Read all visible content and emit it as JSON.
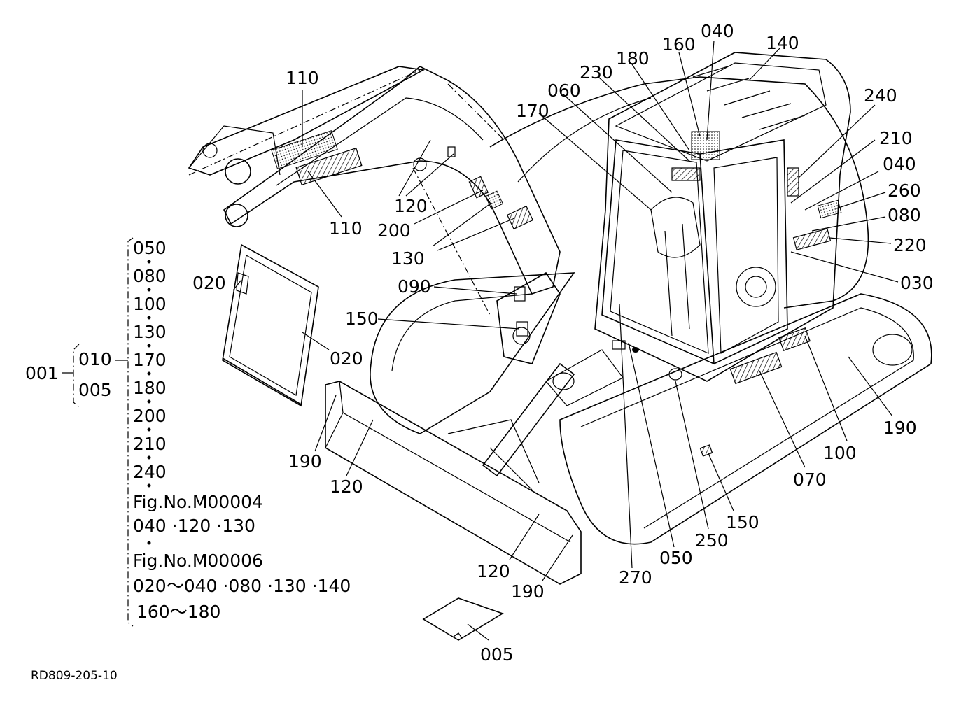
{
  "diagram": {
    "drawing_code": "RD809-205-10",
    "callouts": [
      {
        "id": "c110a",
        "text": "110"
      },
      {
        "id": "c110b",
        "text": "110"
      },
      {
        "id": "c120a",
        "text": "120"
      },
      {
        "id": "c200",
        "text": "200"
      },
      {
        "id": "c130",
        "text": "130"
      },
      {
        "id": "c090",
        "text": "090"
      },
      {
        "id": "c150a",
        "text": "150"
      },
      {
        "id": "c020a",
        "text": "020"
      },
      {
        "id": "c020b",
        "text": "020"
      },
      {
        "id": "c170",
        "text": "170"
      },
      {
        "id": "c060",
        "text": "060"
      },
      {
        "id": "c230",
        "text": "230"
      },
      {
        "id": "c180",
        "text": "180"
      },
      {
        "id": "c160",
        "text": "160"
      },
      {
        "id": "c040a",
        "text": "040"
      },
      {
        "id": "c140",
        "text": "140"
      },
      {
        "id": "c240",
        "text": "240"
      },
      {
        "id": "c210",
        "text": "210"
      },
      {
        "id": "c040b",
        "text": "040"
      },
      {
        "id": "c260",
        "text": "260"
      },
      {
        "id": "c080",
        "text": "080"
      },
      {
        "id": "c220",
        "text": "220"
      },
      {
        "id": "c030",
        "text": "030"
      },
      {
        "id": "c190a",
        "text": "190"
      },
      {
        "id": "c120b",
        "text": "120"
      },
      {
        "id": "c120c",
        "text": "120"
      },
      {
        "id": "c190b",
        "text": "190"
      },
      {
        "id": "c270",
        "text": "270"
      },
      {
        "id": "c050",
        "text": "050"
      },
      {
        "id": "c250",
        "text": "250"
      },
      {
        "id": "c150b",
        "text": "150"
      },
      {
        "id": "c070",
        "text": "070"
      },
      {
        "id": "c100",
        "text": "100"
      },
      {
        "id": "c190c",
        "text": "190"
      },
      {
        "id": "c005",
        "text": "005"
      }
    ],
    "legend": {
      "root": "001",
      "branch_a": "010",
      "branch_b": "005",
      "items": [
        "050",
        "080",
        "100",
        "130",
        "170",
        "180",
        "200",
        "210",
        "240"
      ],
      "ref1_label": "Fig.No.M00004",
      "ref1_items": "040 ·120 ·130",
      "ref2_label": "Fig.No.M00006",
      "ref2_items": "020～040 ·080 ·130 ·140",
      "ref2_items_2": "160～180"
    }
  }
}
